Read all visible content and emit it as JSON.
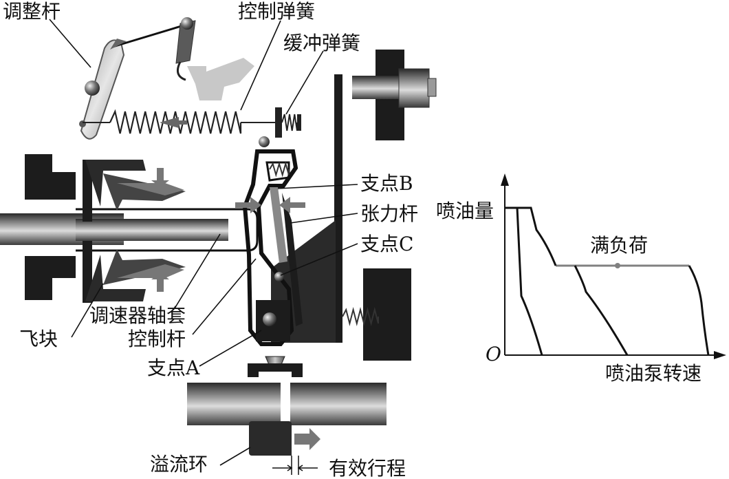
{
  "labels": {
    "adjust_lever": "调整杆",
    "control_spring": "控制弹簧",
    "buffer_spring": "缓冲弹簧",
    "fulcrum_b": "支点B",
    "tension_lever": "张力杆",
    "fulcrum_c": "支点C",
    "governor_sleeve": "调速器轴套",
    "flyweight": "飞块",
    "control_lever": "控制杆",
    "fulcrum_a": "支点A",
    "spill_ring": "溢流环",
    "effective_stroke": "有效行程"
  },
  "graph": {
    "y_axis_label": "喷油量",
    "x_axis_label": "喷油泵转速",
    "origin_label": "O",
    "curve_label": "满负荷"
  },
  "colors": {
    "dark_part": "#1c1c1c",
    "mid_part": "#6e6e6e",
    "light_part": "#b8b8b8",
    "full_load_line": "#808080",
    "axis": "#111111"
  }
}
